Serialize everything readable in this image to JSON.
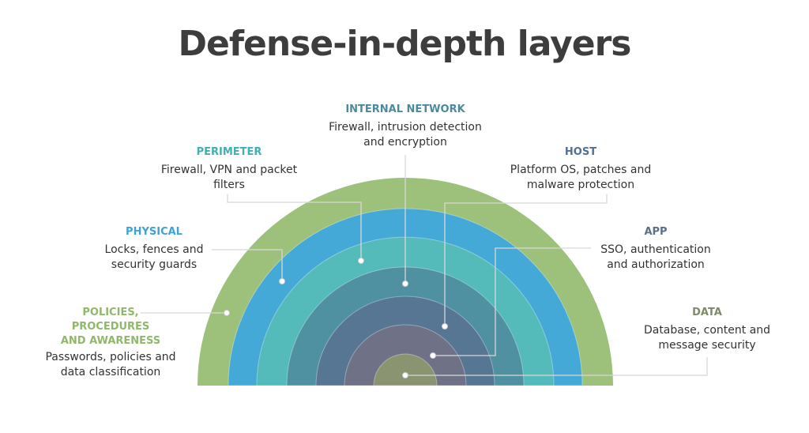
{
  "title": "Defense-in-depth layers",
  "layers": [
    {
      "name": "POLICIES, PROCEDURES AND AWARENESS",
      "lines": [
        "POLICIES,",
        "PROCEDURES",
        "AND AWARENESS"
      ],
      "desc": [
        "Passwords, policies and",
        "data classification"
      ],
      "color": "#9dc17a",
      "label_color": "#8fb86a"
    },
    {
      "name": "PHYSICAL",
      "desc": [
        "Locks, fences and",
        "security guards"
      ],
      "color": "#45a9d7",
      "label_color": "#3fa3d2"
    },
    {
      "name": "PERIMETER",
      "desc": [
        "Firewall, VPN and packet",
        "filters"
      ],
      "color": "#54baba",
      "label_color": "#3fb0b5"
    },
    {
      "name": "INTERNAL NETWORK",
      "desc": [
        "Firewall, intrusion detection",
        "and encryption"
      ],
      "color": "#4f90a1",
      "label_color": "#4a8a9c"
    },
    {
      "name": "HOST",
      "desc": [
        "Platform OS, patches and",
        "malware protection"
      ],
      "color": "#577694",
      "label_color": "#52708f"
    },
    {
      "name": "APP",
      "desc": [
        "SSO, authentication",
        "and authorization"
      ],
      "color": "#6f7287",
      "label_color": "#5d6e8a"
    },
    {
      "name": "DATA",
      "desc": [
        "Database, content and",
        "message security"
      ],
      "color": "#8a9470",
      "label_color": "#7c8a6a"
    }
  ]
}
